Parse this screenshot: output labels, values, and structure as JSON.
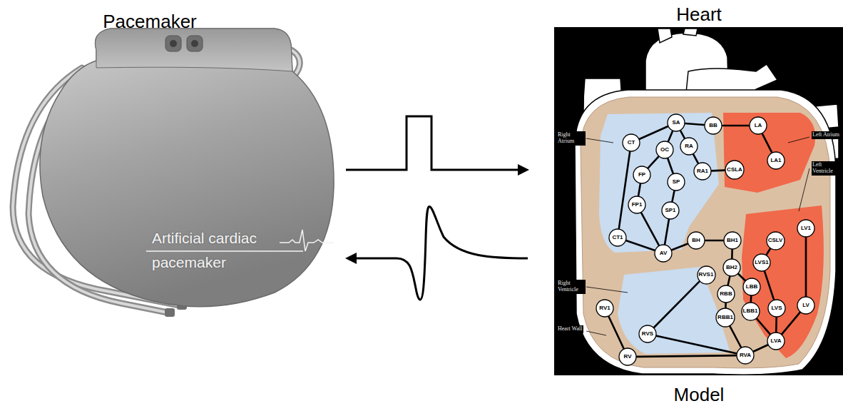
{
  "diagram": {
    "nodes": [
      {
        "text": [
          "SA"
        ]
      },
      {
        "text": [
          "BB"
        ]
      },
      {
        "text": [
          "LA"
        ]
      },
      {
        "text": [
          "CT"
        ]
      },
      {
        "text": [
          "RA"
        ]
      },
      {
        "text": [
          "OC"
        ]
      },
      {
        "text": [
          "LA1"
        ]
      },
      {
        "text": [
          "RA1"
        ]
      },
      {
        "text": [
          "CSLA"
        ]
      },
      {
        "text": [
          "FP"
        ]
      },
      {
        "text": [
          "SP"
        ]
      },
      {
        "text": [
          "FP1"
        ]
      },
      {
        "text": [
          "SP1"
        ]
      },
      {
        "text": [
          "LV1"
        ]
      },
      {
        "text": [
          "CT1"
        ]
      },
      {
        "text": [
          "BH"
        ]
      },
      {
        "text": [
          "BH1"
        ]
      },
      {
        "text": [
          "CSLV"
        ]
      },
      {
        "text": [
          "AV"
        ]
      },
      {
        "text": [
          "LVS1"
        ]
      },
      {
        "text": [
          "BH2"
        ]
      },
      {
        "text": [
          "RVS1"
        ]
      },
      {
        "text": [
          "LBB"
        ]
      },
      {
        "text": [
          "RBB"
        ]
      },
      {
        "text": [
          "RV1"
        ]
      },
      {
        "text": [
          "LVS"
        ]
      },
      {
        "text": [
          "LBB1"
        ]
      },
      {
        "text": [
          "LV"
        ]
      },
      {
        "text": [
          "RBB1"
        ]
      },
      {
        "text": [
          "LVA"
        ]
      },
      {
        "text": [
          "RVS"
        ]
      },
      {
        "text": [
          "RVA"
        ]
      },
      {
        "text": [
          "RV"
        ]
      }
    ],
    "edges": [
      {
        "from": 0,
        "to": 1,
        "arrow": "none"
      },
      {
        "from": 1,
        "to": 2,
        "arrow": "none"
      },
      {
        "from": 2,
        "to": 6,
        "arrow": "none"
      },
      {
        "from": 0,
        "to": 4,
        "arrow": "none"
      },
      {
        "from": 4,
        "to": 7,
        "arrow": "none"
      },
      {
        "from": 7,
        "to": 8,
        "arrow": "none"
      },
      {
        "from": 0,
        "to": 3,
        "arrow": "none"
      },
      {
        "from": 3,
        "to": 14,
        "arrow": "none"
      },
      {
        "from": 14,
        "to": 18,
        "arrow": "none"
      },
      {
        "from": 0,
        "to": 5,
        "arrow": "none"
      },
      {
        "from": 5,
        "to": 9,
        "arrow": "none"
      },
      {
        "from": 9,
        "to": 11,
        "arrow": "none"
      },
      {
        "from": 11,
        "to": 18,
        "arrow": "none"
      },
      {
        "from": 5,
        "to": 10,
        "arrow": "none"
      },
      {
        "from": 10,
        "to": 12,
        "arrow": "none"
      },
      {
        "from": 12,
        "to": 18,
        "arrow": "none"
      },
      {
        "from": 18,
        "to": 15,
        "arrow": "none"
      },
      {
        "from": 15,
        "to": 16,
        "arrow": "none"
      },
      {
        "from": 16,
        "to": 20,
        "arrow": "none"
      },
      {
        "from": 20,
        "to": 23,
        "arrow": "none"
      },
      {
        "from": 23,
        "to": 28,
        "arrow": "none"
      },
      {
        "from": 28,
        "to": 31,
        "arrow": "none"
      },
      {
        "from": 20,
        "to": 22,
        "arrow": "none"
      },
      {
        "from": 22,
        "to": 26,
        "arrow": "none"
      },
      {
        "from": 26,
        "to": 29,
        "arrow": "none"
      },
      {
        "from": 29,
        "to": 31,
        "arrow": "none"
      },
      {
        "from": 31,
        "to": 32,
        "arrow": "none"
      },
      {
        "from": 32,
        "to": 24,
        "arrow": "none"
      },
      {
        "from": 31,
        "to": 30,
        "arrow": "none"
      },
      {
        "from": 30,
        "to": 21,
        "arrow": "none"
      },
      {
        "from": 29,
        "to": 25,
        "arrow": "none"
      },
      {
        "from": 25,
        "to": 19,
        "arrow": "none"
      },
      {
        "from": 19,
        "to": 17,
        "arrow": "none"
      },
      {
        "from": 29,
        "to": 27,
        "arrow": "none"
      },
      {
        "from": 27,
        "to": 13,
        "arrow": "none"
      }
    ],
    "labels": [
      "Pacemaker",
      "Artificial cardiac",
      "pacemaker",
      "Heart",
      "Right Atrium",
      "Left Atrium",
      "Left Ventricle",
      "Right Ventricle",
      "Heart Wall",
      "Model"
    ]
  }
}
